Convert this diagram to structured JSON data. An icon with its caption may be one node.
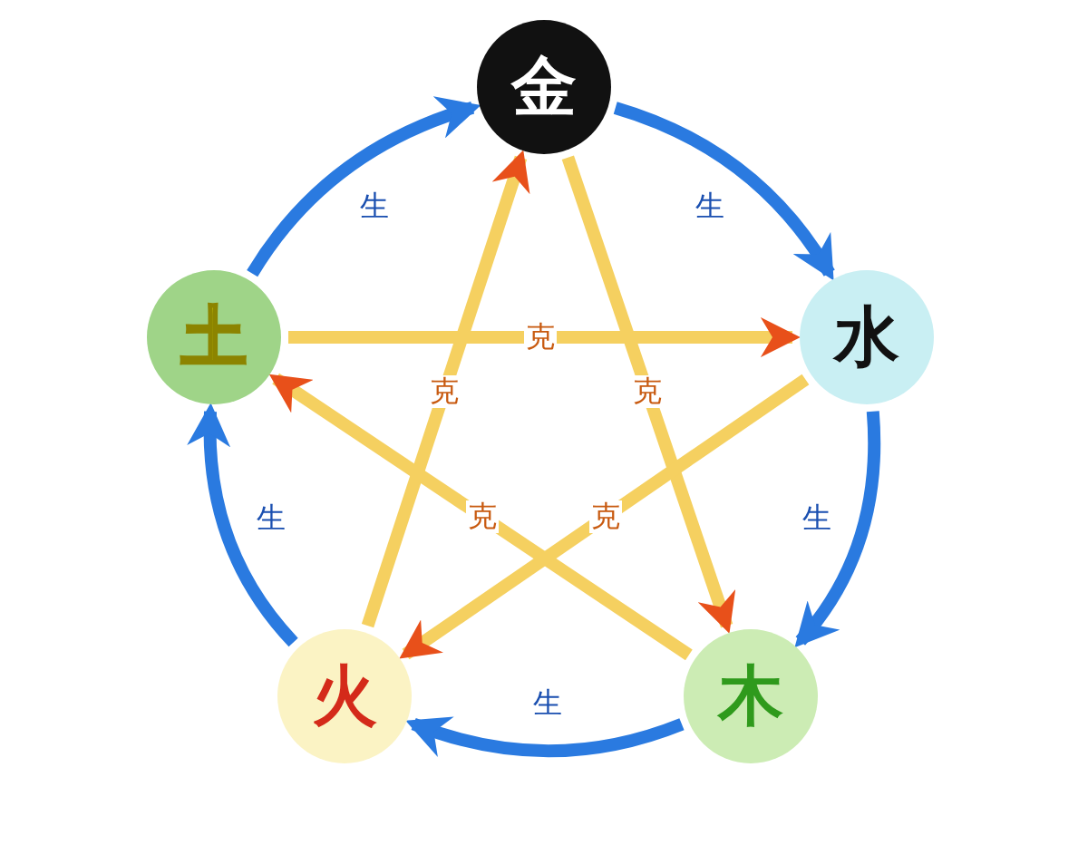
{
  "diagram": {
    "nodes": [
      {
        "text": [
          "金"
        ]
      },
      {
        "text": [
          "水"
        ]
      },
      {
        "text": [
          "木"
        ]
      },
      {
        "text": [
          "火"
        ]
      },
      {
        "text": [
          "土"
        ]
      }
    ],
    "edges": [
      {
        "from": 0,
        "to": 1,
        "arrow": "to",
        "label": "生",
        "color": "#2a7ae0"
      },
      {
        "from": 1,
        "to": 2,
        "arrow": "to",
        "label": "生",
        "color": "#2a7ae0"
      },
      {
        "from": 2,
        "to": 3,
        "arrow": "to",
        "label": "生",
        "color": "#2a7ae0"
      },
      {
        "from": 3,
        "to": 4,
        "arrow": "to",
        "label": "生",
        "color": "#2a7ae0"
      },
      {
        "from": 4,
        "to": 0,
        "arrow": "to",
        "label": "生",
        "color": "#2a7ae0"
      },
      {
        "from": 0,
        "to": 2,
        "arrow": "to",
        "label": "克",
        "color": "#f5d060"
      },
      {
        "from": 2,
        "to": 4,
        "arrow": "to",
        "label": "克",
        "color": "#f5d060"
      },
      {
        "from": 4,
        "to": 1,
        "arrow": "to",
        "label": "克",
        "color": "#f5d060"
      },
      {
        "from": 1,
        "to": 3,
        "arrow": "to",
        "label": "克",
        "color": "#f5d060"
      },
      {
        "from": 3,
        "to": 0,
        "arrow": "to",
        "label": "克",
        "color": "#f5d060"
      }
    ]
  }
}
